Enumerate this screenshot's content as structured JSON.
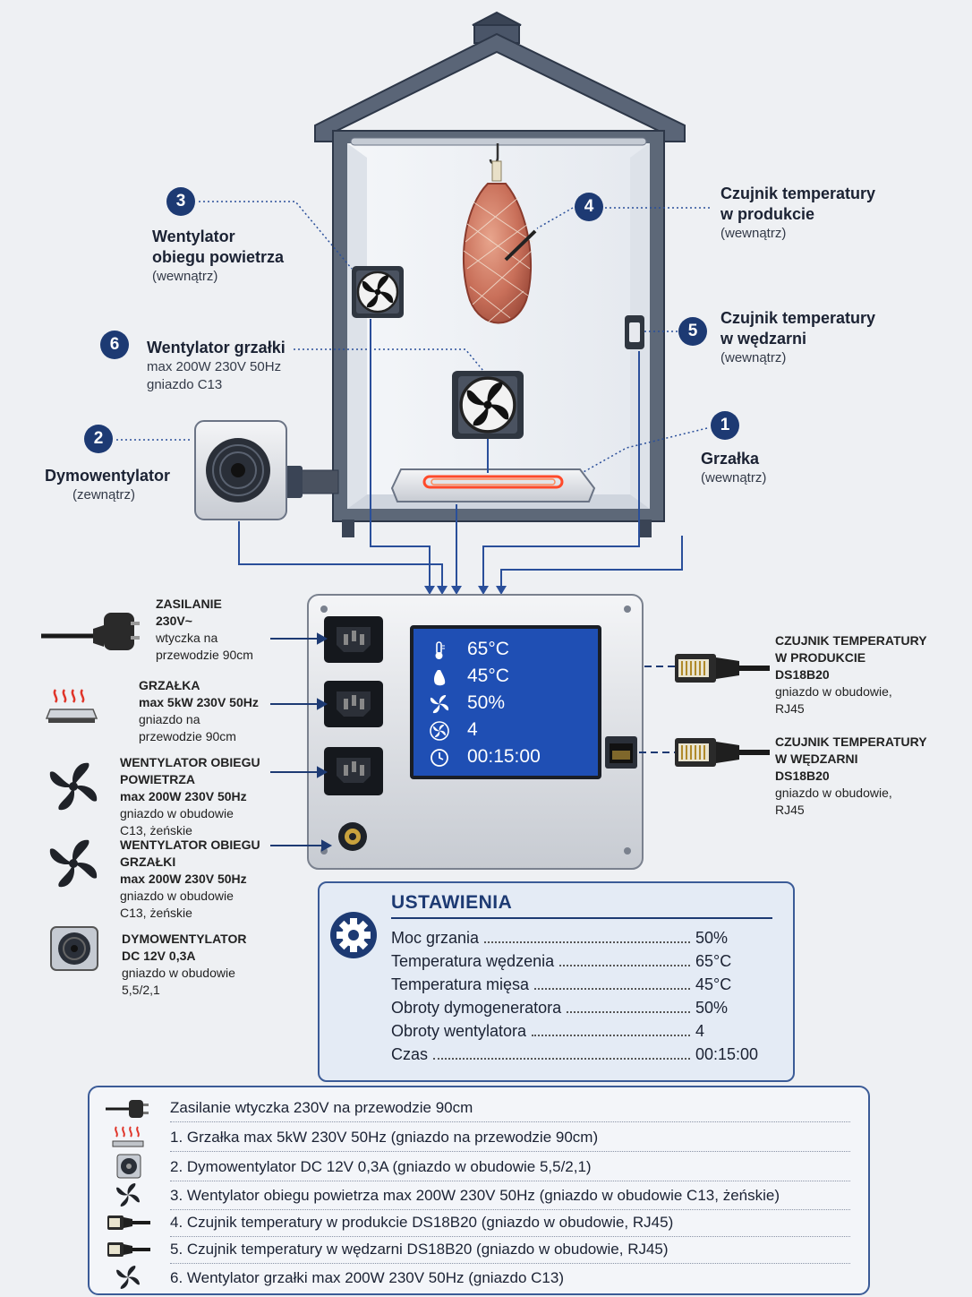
{
  "callouts": [
    {
      "num": "3",
      "title": [
        "Wentylator",
        "obiegu powietrza"
      ],
      "sub": [
        "(wewnątrz)"
      ]
    },
    {
      "num": "4",
      "title": [
        "Czujnik temperatury",
        "w produkcie"
      ],
      "sub": [
        "(wewnątrz)"
      ]
    },
    {
      "num": "5",
      "title": [
        "Czujnik temperatury",
        "w wędzarni"
      ],
      "sub": [
        "(wewnątrz)"
      ]
    },
    {
      "num": "6",
      "title": [
        "Wentylator grzałki"
      ],
      "sub": [
        "max 200W 230V 50Hz",
        "gniazdo C13"
      ]
    },
    {
      "num": "2",
      "title": [
        "Dymowentylator"
      ],
      "sub": [
        "(zewnątrz)"
      ]
    },
    {
      "num": "1",
      "title": [
        "Grzałka"
      ],
      "sub": [
        "(wewnątrz)"
      ]
    }
  ],
  "left_panel": [
    {
      "icon": "power-plug-icon",
      "lines": [
        "ZASILANIE",
        "230V~"
      ],
      "sub": [
        "wtyczka na",
        "przewodzie 90cm"
      ]
    },
    {
      "icon": "heater-icon",
      "lines": [
        "GRZAŁKA",
        "max 5kW 230V 50Hz"
      ],
      "sub": [
        "gniazdo na",
        "przewodzie 90cm"
      ]
    },
    {
      "icon": "fan-icon",
      "lines": [
        "WENTYLATOR OBIEGU",
        "POWIETRZA",
        "max 200W 230V 50Hz"
      ],
      "sub": [
        "gniazdo w obudowie",
        "C13, żeńskie"
      ]
    },
    {
      "icon": "fan-icon",
      "lines": [
        "WENTYLATOR OBIEGU",
        "GRZAŁKI",
        "max 200W 230V 50Hz"
      ],
      "sub": [
        "gniazdo w obudowie",
        "C13, żeńskie"
      ]
    },
    {
      "icon": "box-fan-icon",
      "lines": [
        "DYMOWENTYLATOR",
        "DC 12V 0,3A"
      ],
      "sub": [
        "gniazdo w obudowie",
        "5,5/2,1"
      ]
    }
  ],
  "right_panel": [
    {
      "icon": "rj45-plug-icon",
      "lines": [
        "CZUJNIK TEMPERATURY",
        "W PRODUKCIE",
        "DS18B20"
      ],
      "sub": [
        "gniazdo w obudowie,",
        "RJ45"
      ]
    },
    {
      "icon": "rj45-plug-icon",
      "lines": [
        "CZUJNIK TEMPERATURY",
        "W WĘDZARNI",
        "DS18B20"
      ],
      "sub": [
        "gniazdo w obudowie,",
        "RJ45"
      ]
    }
  ],
  "display": [
    {
      "icon": "thermometer-icon",
      "value": "65°C"
    },
    {
      "icon": "meat-icon",
      "value": "45°C"
    },
    {
      "icon": "fan-icon",
      "value": "50%"
    },
    {
      "icon": "fan-circle-icon",
      "value": "4"
    },
    {
      "icon": "clock-icon",
      "value": "00:15:00"
    }
  ],
  "settings": {
    "title": "USTAWIENIA",
    "icon": "gear-icon",
    "rows": [
      {
        "label": "Moc grzania",
        "value": "50%"
      },
      {
        "label": "Temperatura wędzenia",
        "value": "65°C"
      },
      {
        "label": "Temperatura mięsa",
        "value": "45°C"
      },
      {
        "label": "Obroty dymogeneratora",
        "value": "50%"
      },
      {
        "label": "Obroty wentylatora",
        "value": "4"
      },
      {
        "label": "Czas",
        "value": "00:15:00"
      }
    ]
  },
  "legend": [
    {
      "icon": "power-plug-icon",
      "text": "Zasilanie wtyczka 230V na przewodzie 90cm"
    },
    {
      "icon": "heater-icon",
      "text": "1.  Grzałka max 5kW 230V 50Hz (gniazdo na przewodzie 90cm)"
    },
    {
      "icon": "box-fan-icon",
      "text": "2.  Dymowentylator DC 12V 0,3A (gniazdo w obudowie 5,5/2,1)"
    },
    {
      "icon": "fan-icon",
      "text": "3.  Wentylator obiegu powietrza max 200W 230V 50Hz (gniazdo w obudowie C13, żeńskie)"
    },
    {
      "icon": "rj45-plug-icon",
      "text": "4.  Czujnik temperatury w produkcie DS18B20 (gniazdo w obudowie, RJ45)"
    },
    {
      "icon": "rj45-plug-icon",
      "text": "5.  Czujnik temperatury w wędzarni DS18B20 (gniazdo w obudowie, RJ45)"
    },
    {
      "icon": "fan-icon",
      "text": "6.  Wentylator grzałki max 200W 230V 50Hz (gniazdo C13)"
    }
  ],
  "colors": {
    "accent": "#1d3a73",
    "lcd": "#1f4fb4",
    "wire": "#2a4f9a",
    "heater": "#ff4a2a"
  }
}
